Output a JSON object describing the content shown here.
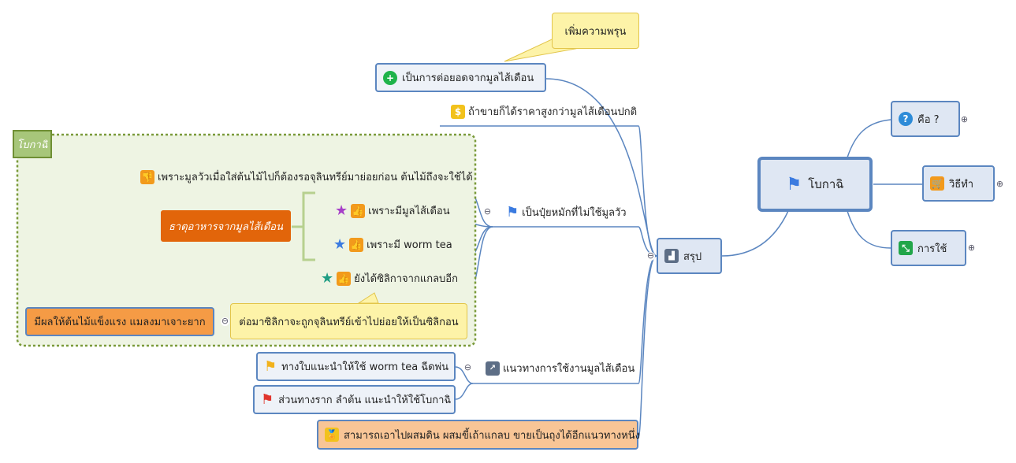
{
  "root": {
    "label": "โบกาฉิ",
    "icon": "blue-flag-icon"
  },
  "right_branches": [
    {
      "label": "คือ ?",
      "icon": "question-icon"
    },
    {
      "label": "วิธีทำ",
      "icon": "cart-icon"
    },
    {
      "label": "การใช้",
      "icon": "resize-arrows-icon"
    }
  ],
  "summary": {
    "label": "สรุป",
    "icon": "bar-chart-icon"
  },
  "callout_top": "เพิ่มความพรุน",
  "topic_top_box": "เป็นการต่อยอดจากมูลไส้เดือน",
  "topic_money": "ถ้าขายก็ได้ราคาสูงกว่ามูลไส้เดือนปกติ",
  "boundary_label": "โบกาฉิ",
  "topic_cow_manure": "เพราะมูลวัวเมื่อใส่ต้นไม้ไปก็ต้องรอจุลินทรีย์มาย่อยก่อน ต้นไม้ถึงจะใช้ได้",
  "nutrient_label": "ธาตุอาหารจากมูลไส้เดือน",
  "topic_has_vermicast": "เพราะมีมูลไส้เดือน",
  "topic_has_wormtea": "เพราะมี worm tea",
  "topic_silica": "ยังได้ซิลิกาจากแกลบอีก",
  "topic_fertilizer": "เป็นปุ๋ยหมักที่ไม่ใช้มูลวัว",
  "callout_silica": "ต่อมาซิลิกาจะถูกจุลินทรีย์เข้าไปย่อยให้เป็นซิลิกอน",
  "topic_strong": "มีผลให้ต้นไม้แข็งแรง แมลงมาเจาะยาก",
  "topic_leaf": "ทางใบแนะนำให้ใช้ worm tea ฉีดพ่น",
  "topic_root": "ส่วนทางราก ลำต้น แนะนำให้ใช้โบกาฉิ",
  "topic_usage": "แนวทางการใช้งานมูลไส้เดือน",
  "topic_mix": "สามารถเอาไปผสมดิน ผสมขี้เถ้าแกลบ ขายเป็นถุงได้อีกแนวทางหนึ่ง",
  "toggles": {
    "collapse": "⊖",
    "expand": "⊕"
  },
  "icons": {
    "plus": "+",
    "dollar": "$",
    "thumb": "👍",
    "thumb_down": "👎",
    "star": "★",
    "medal": "🏅",
    "question": "?"
  },
  "colors": {
    "line": "#5b86c0",
    "node_fill": "#dfe7f3",
    "boundary": "#7a9a3a",
    "orange": "#e2650a",
    "peach": "#f8c596"
  }
}
